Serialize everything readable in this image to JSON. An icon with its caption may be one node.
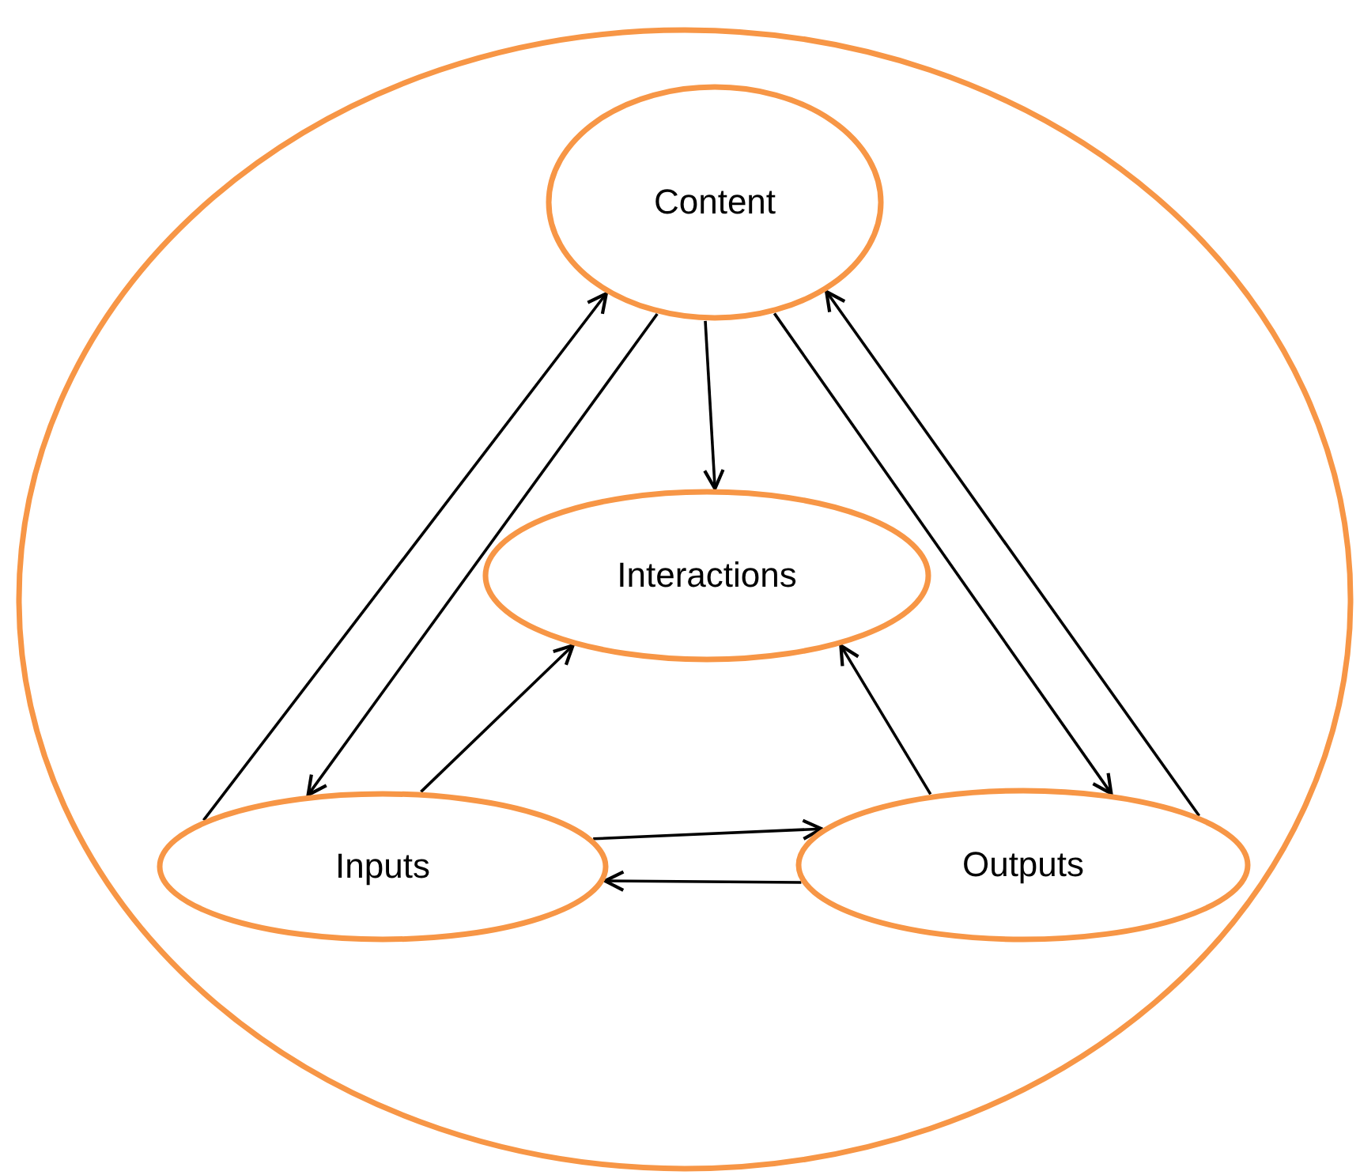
{
  "diagram": {
    "nodes": [
      {
        "text": [],
        "shape": "circle"
      },
      {
        "text": [
          "Content"
        ],
        "in": 0
      },
      {
        "text": [
          "Interactions"
        ],
        "in": 0
      },
      {
        "text": [
          "Inputs"
        ],
        "in": 0
      },
      {
        "text": [
          "Outputs"
        ],
        "in": 0
      }
    ],
    "edges": [
      {
        "from": 3,
        "to": 1,
        "arrow": "to"
      },
      {
        "from": 1,
        "to": 3,
        "arrow": "to"
      },
      {
        "from": 1,
        "to": 2,
        "arrow": "to"
      },
      {
        "from": 1,
        "to": 4,
        "arrow": "to"
      },
      {
        "from": 4,
        "to": 1,
        "arrow": "to"
      },
      {
        "from": 3,
        "to": 2,
        "arrow": "to"
      },
      {
        "from": 4,
        "to": 2,
        "arrow": "to"
      },
      {
        "from": 3,
        "to": 4,
        "arrow": "to"
      },
      {
        "from": 4,
        "to": 3,
        "arrow": "to"
      }
    ]
  }
}
